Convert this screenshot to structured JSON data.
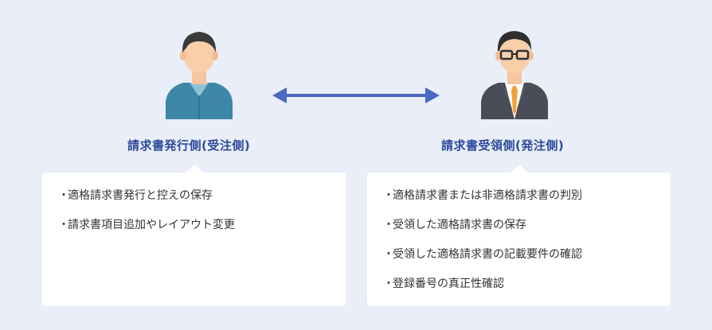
{
  "colors": {
    "background": "#e9eef8",
    "title": "#2d4a9a",
    "arrow": "#4a69c0",
    "card": "#ffffff",
    "text": "#333333"
  },
  "left": {
    "icon": "worker-person-icon",
    "title": "請求書発行側(受注側)",
    "items": [
      "適格請求書発行と控えの保存",
      "請求書項目追加やレイアウト変更"
    ]
  },
  "right": {
    "icon": "businessman-glasses-icon",
    "title": "請求書受領側(発注側)",
    "items": [
      "適格請求書または非適格請求書の判別",
      "受領した適格請求書の保存",
      "受領した適格請求書の記載要件の確認",
      "登録番号の真正性確認"
    ]
  },
  "arrow": {
    "icon": "double-arrow-icon"
  },
  "bullet": "・"
}
